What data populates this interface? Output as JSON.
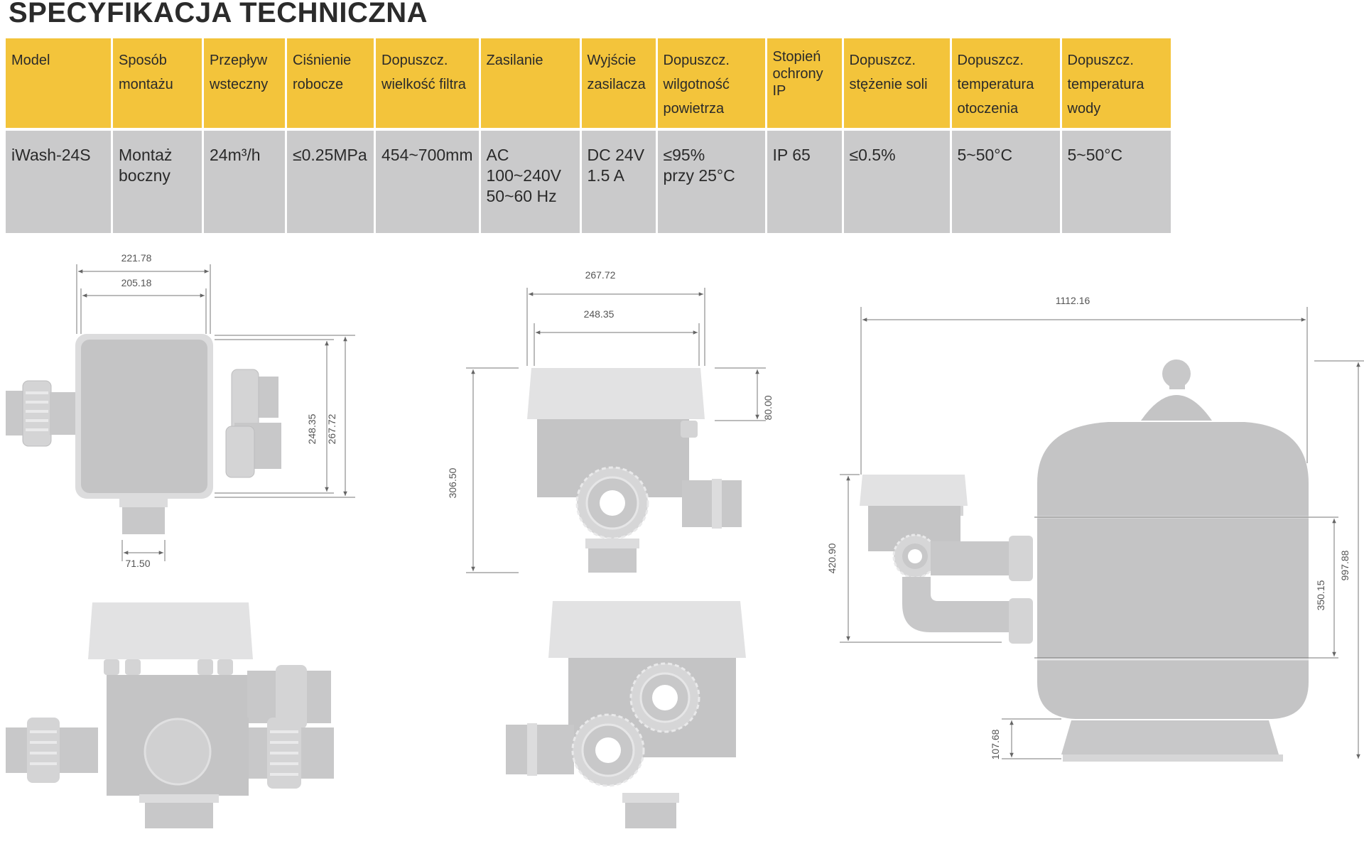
{
  "title": "SPECYFIKACJA TECHNICZNA",
  "table": {
    "headers": [
      "Model",
      "Sposób\nmontażu",
      "Przepływ\nwsteczny",
      "Ciśnienie\nrobocze",
      "Dopuszcz.\nwielkość filtra",
      "Zasilanie",
      "Wyjście\nzasilacza",
      "Dopuszcz.\nwilgotność\npowietrza",
      "Stopień\nochrony\nIP",
      "Dopuszcz.\nstężenie soli",
      "Dopuszcz.\ntemperatura\notoczenia",
      "Dopuszcz.\ntemperatura\nwody"
    ],
    "row": [
      "iWash-24S",
      "Montaż\nboczny",
      "24m³/h",
      "≤0.25MPa",
      "454~700mm",
      "AC\n100~240V\n50~60 Hz",
      "DC 24V\n1.5 A",
      "≤95%\nprzy 25°C",
      "IP 65",
      "≤0.5%",
      "5~50°C",
      "5~50°C"
    ]
  },
  "dimensions": {
    "top_view": {
      "outer_width": "221.78",
      "inner_width": "205.18",
      "inner_height": "248.35",
      "outer_height": "267.72",
      "outlet_width": "71.50"
    },
    "side_view": {
      "outer_width": "267.72",
      "inner_width": "248.35",
      "lid_height": "80.00",
      "total_height": "306.50"
    },
    "filter_view": {
      "total_width": "1112.16",
      "valve_height": "420.90",
      "connection_spacing": "350.15",
      "total_height": "997.88",
      "base_height": "107.68"
    }
  },
  "colors": {
    "header_bg": "#f3c43b",
    "row_bg": "#cacacb",
    "device_body": "#c5c5c6",
    "device_light": "#e0e0e1"
  }
}
